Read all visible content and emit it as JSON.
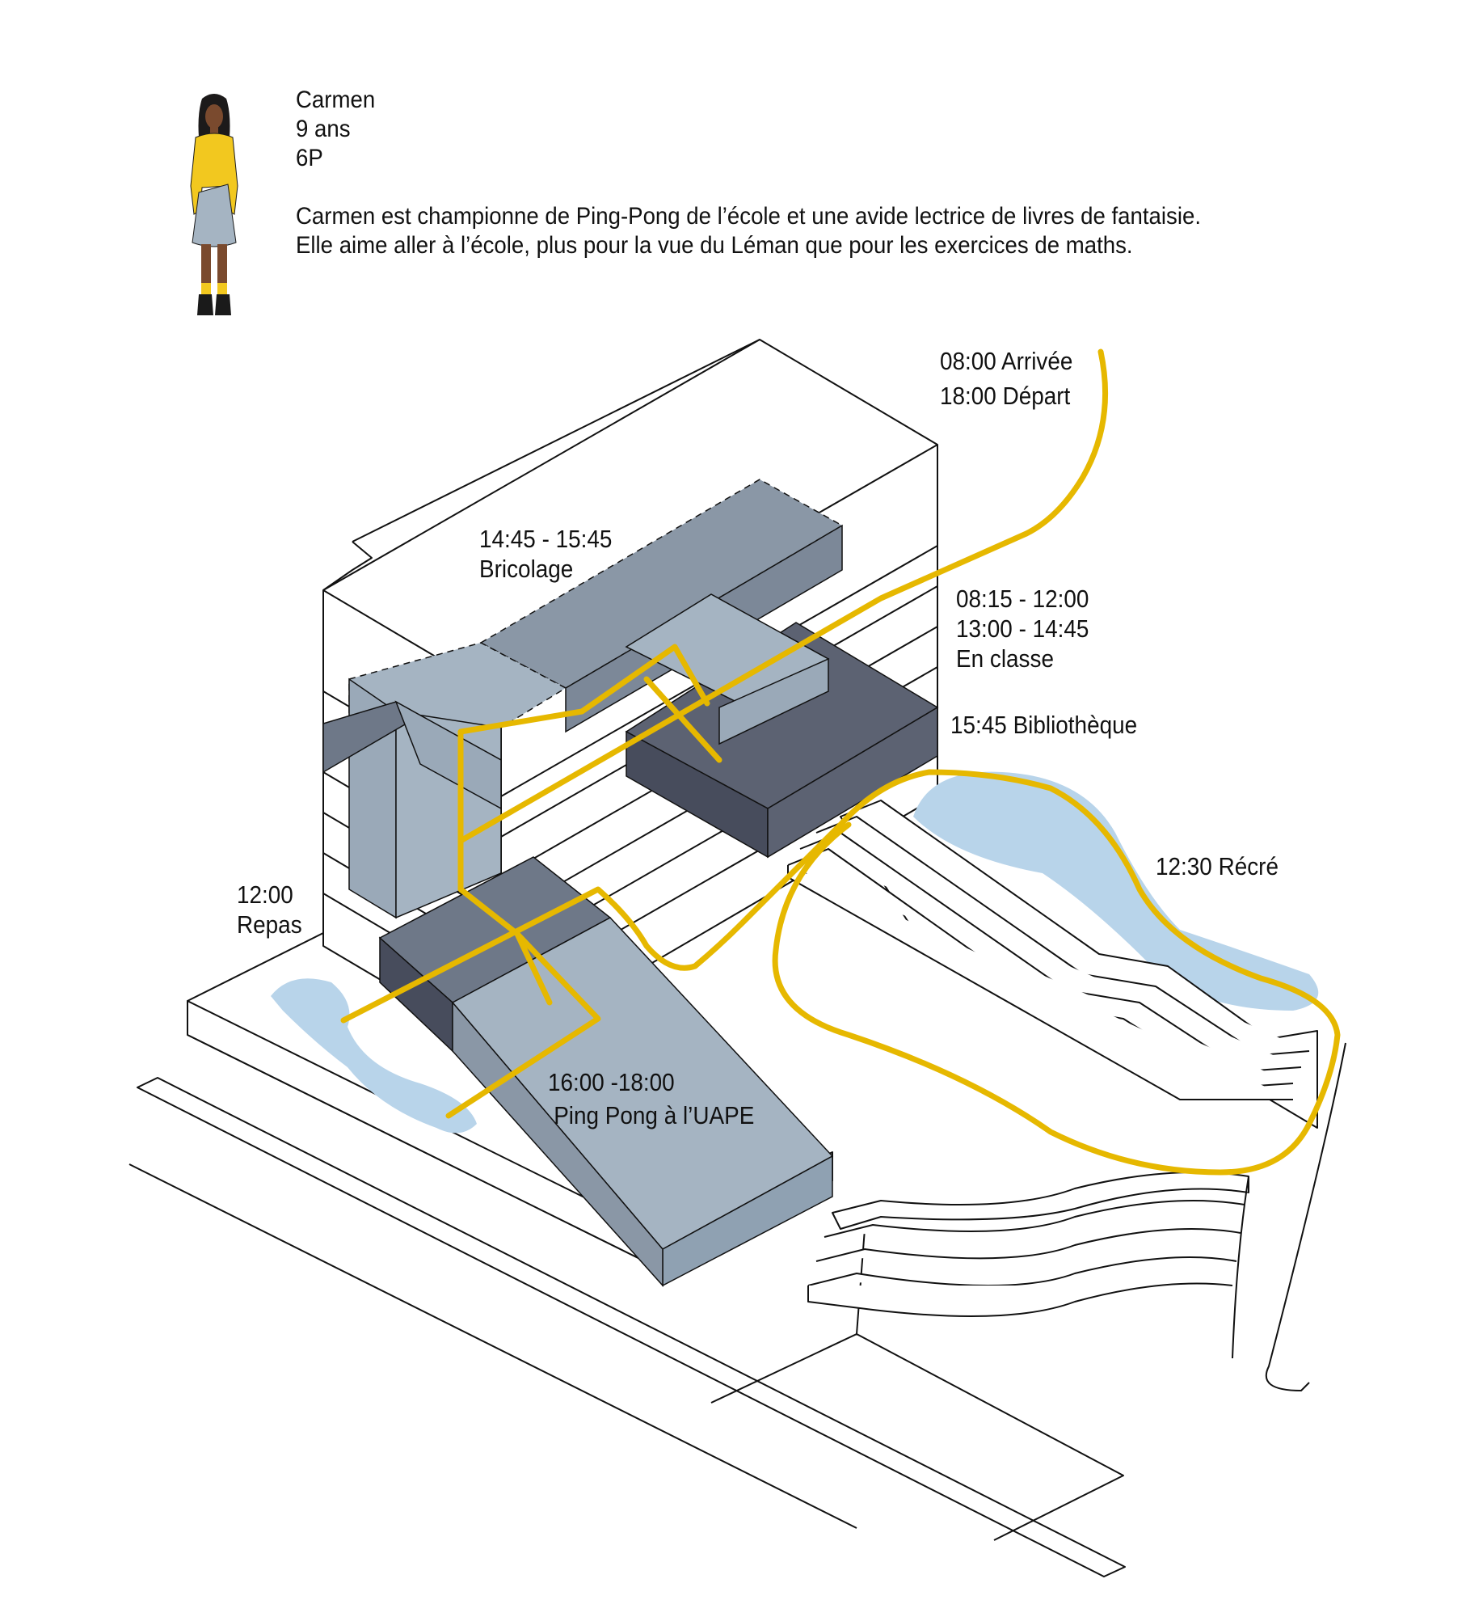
{
  "persona": {
    "name": "Carmen",
    "age": "9 ans",
    "grade": "6P",
    "description_line1": "Carmen est championne de Ping-Pong de l’école et une avide lectrice de livres de fantaisie.",
    "description_line2": "Elle aime aller à l’école, plus pour la vue du Léman que pour les exercices de maths.",
    "icon": "girl-avatar-icon"
  },
  "labels": {
    "arrival": "08:00 Arrivée",
    "departure": "18:00 Départ",
    "craft_time": "14:45 - 15:45",
    "craft_name": "Bricolage",
    "class_time1": "08:15 - 12:00",
    "class_time2": "13:00 - 14:45",
    "class_name": "En classe",
    "library": "15:45 Bibliothèque",
    "recess": "12:30 Récré",
    "lunch_time": "12:00",
    "lunch_name": "Repas",
    "uape_time": "16:00 -18:00",
    "uape_name": "Ping Pong à l’UAPE"
  },
  "colors": {
    "path": "#e6b800",
    "light_block": "#a5b4c2",
    "mid_block": "#8a97a6",
    "dark_block": "#5c6272",
    "water": "#b8d4ea",
    "line": "#111111"
  }
}
